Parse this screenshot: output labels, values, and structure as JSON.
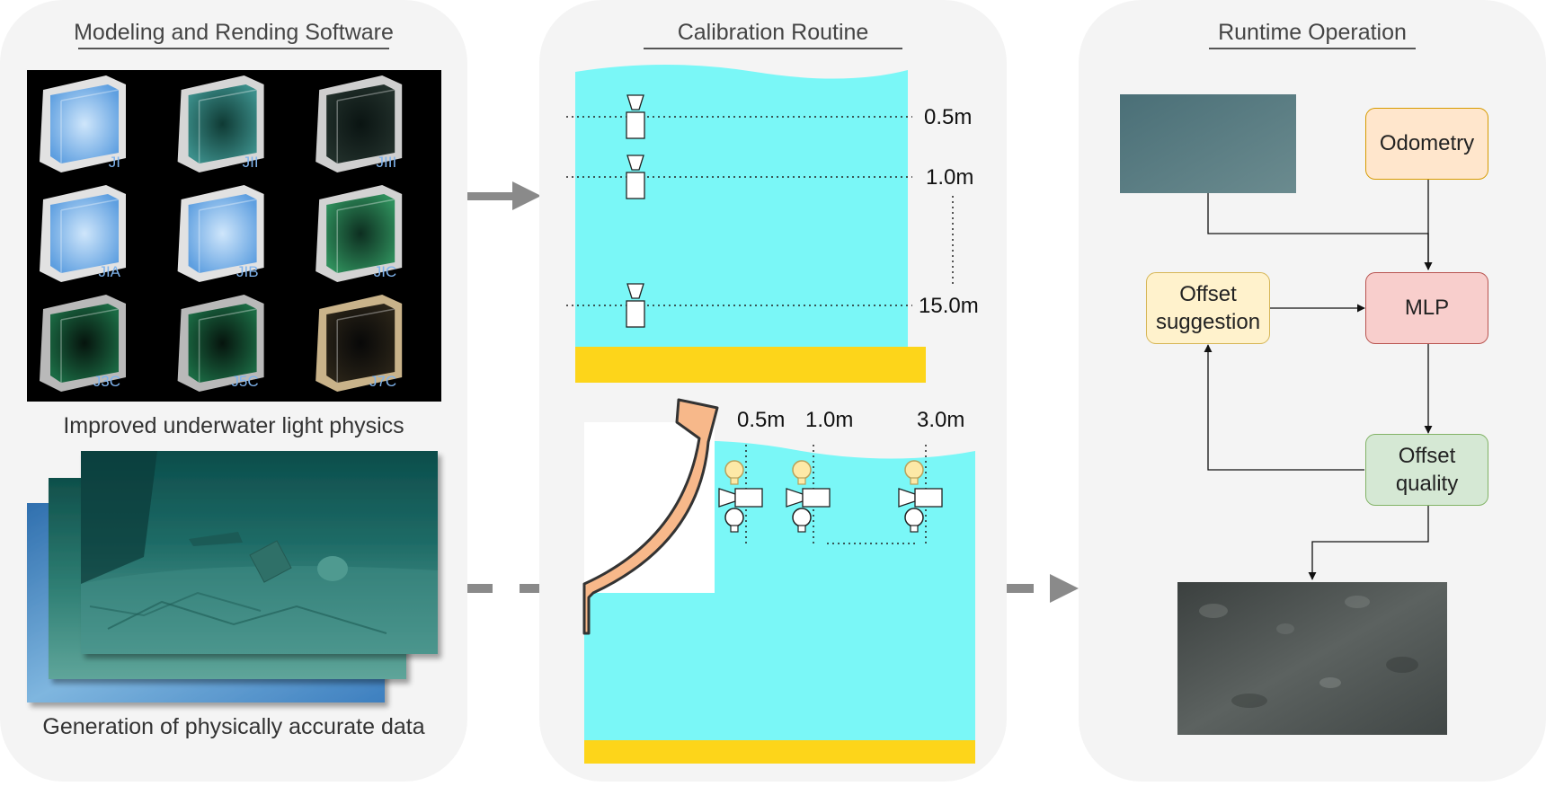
{
  "panels": {
    "modeling": {
      "title": "Modeling and Rending Software",
      "caption_top": "Improved underwater light physics",
      "caption_bottom": "Generation of physically accurate data",
      "cubes": [
        "JI",
        "JII",
        "JIII",
        "JIA",
        "JIB",
        "JIC",
        "J3C",
        "J5C",
        "J7C"
      ]
    },
    "calibration": {
      "title": "Calibration Routine",
      "vertical_depths": [
        "0.5m",
        "1.0m",
        "15.0m"
      ],
      "horizontal_distances": [
        "0.5m",
        "1.0m",
        "3.0m"
      ]
    },
    "runtime": {
      "title": "Runtime Operation",
      "nodes": {
        "odometry": "Odometry",
        "mlp": "MLP",
        "offset_suggestion": "Offset suggestion",
        "offset_quality": "Offset quality"
      }
    }
  },
  "colors": {
    "panel_bg": "#f4f4f4",
    "water": "#7af7f7",
    "sand": "#fdd51a",
    "hull": "#f7b88a",
    "odometry_fill": "#ffe6cc",
    "odometry_border": "#d79b00",
    "offset_suggestion_fill": "#fff2cc",
    "offset_suggestion_border": "#d6b656",
    "mlp_fill": "#f8cecc",
    "mlp_border": "#b85450",
    "offset_quality_fill": "#d5e8d4",
    "offset_quality_border": "#82b366",
    "arrow": "#8a8a8a"
  }
}
